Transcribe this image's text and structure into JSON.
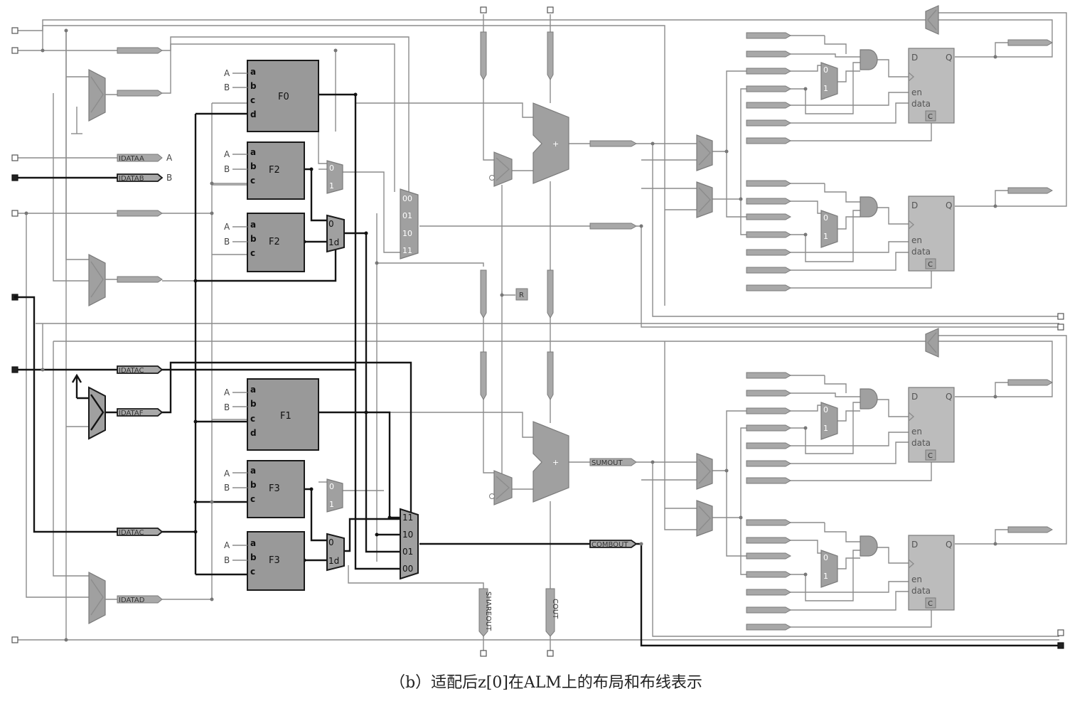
{
  "caption": "（b）适配后z[0]在ALM上的布局和布线表示",
  "lut_blocks": [
    {
      "name": "F0",
      "inputs": [
        "a",
        "b",
        "c",
        "d"
      ]
    },
    {
      "name": "F2",
      "inputs": [
        "a",
        "b",
        "c"
      ]
    },
    {
      "name": "F2",
      "inputs": [
        "a",
        "b",
        "c"
      ]
    },
    {
      "name": "F1",
      "inputs": [
        "a",
        "b",
        "c",
        "d"
      ]
    },
    {
      "name": "F3",
      "inputs": [
        "a",
        "b",
        "c"
      ]
    },
    {
      "name": "F3",
      "inputs": [
        "a",
        "b",
        "c"
      ]
    }
  ],
  "signal_labels": {
    "A": "A",
    "B": "B",
    "R": "R"
  },
  "ports": {
    "dataa": "IDATAA",
    "datab": "IDATAB",
    "datac1": "IDATAC",
    "dataf": "IDATAF",
    "datac2": "IDATAC",
    "datad": "IDATAD",
    "sumout": "SUMOUT",
    "combout": "COMBOUT",
    "shareout": "SHAREOUT",
    "cout": "COUT"
  },
  "mux_labels": {
    "four_top": [
      "00",
      "01",
      "10",
      "11"
    ],
    "four_bottom": [
      "11",
      "10",
      "01",
      "00"
    ],
    "two": [
      "0",
      "1"
    ],
    "two_d": [
      "0",
      "1d"
    ],
    "adder": "+"
  },
  "flipflop": {
    "d": "D",
    "q": "Q",
    "en": "en",
    "data": "data",
    "c": "C"
  }
}
